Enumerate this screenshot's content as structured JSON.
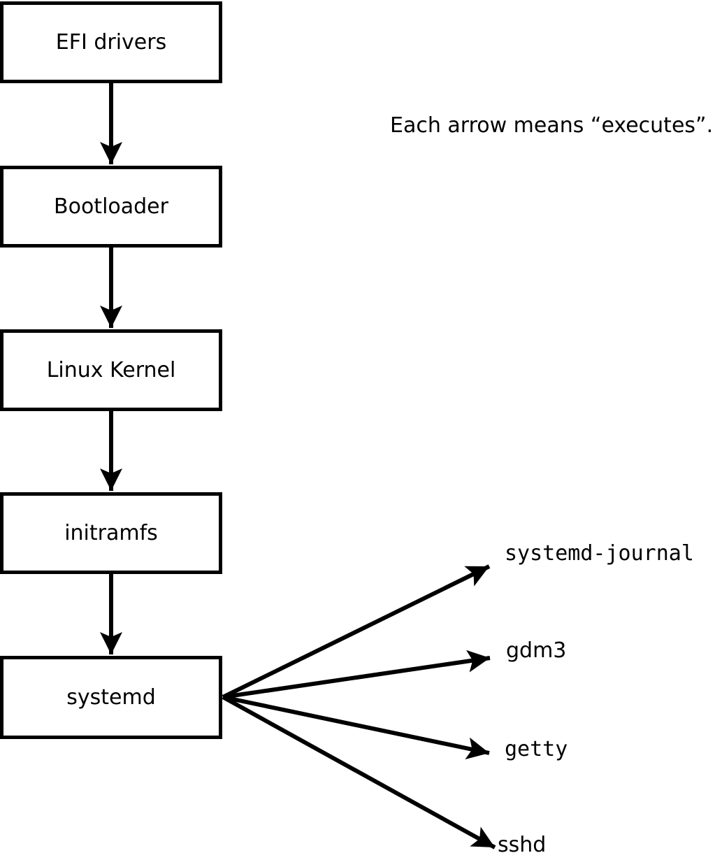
{
  "diagram": {
    "note": "Each arrow means “executes”.",
    "boot_chain": [
      {
        "label": "EFI drivers"
      },
      {
        "label": "Bootloader"
      },
      {
        "label": "Linux Kernel"
      },
      {
        "label": "initramfs"
      },
      {
        "label": "systemd"
      }
    ],
    "systemd_children": [
      {
        "label": "systemd-journal"
      },
      {
        "label": "gdm3"
      },
      {
        "label": "getty"
      },
      {
        "label": "sshd"
      }
    ],
    "colors": {
      "stroke": "#000000",
      "box_fill": "#ffffff",
      "background": "#ffffff"
    }
  }
}
